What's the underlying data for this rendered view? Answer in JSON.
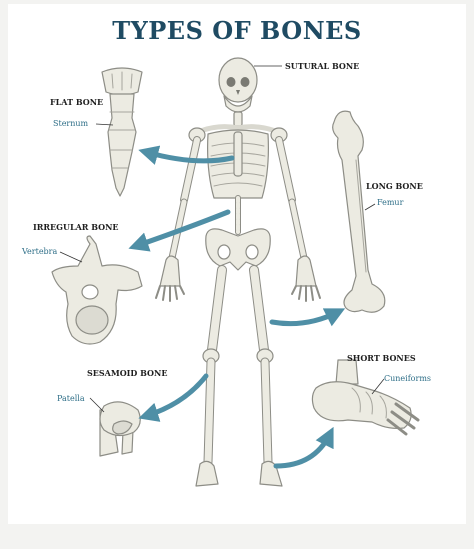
{
  "title": "TYPES OF BONES",
  "labels": {
    "sutural": "SUTURAL BONE",
    "flat": "FLAT BONE",
    "sternum": "Sternum",
    "irregular": "IRREGULAR BONE",
    "vertebra": "Vertebra",
    "long": "LONG BONE",
    "femur": "Femur",
    "sesamoid": "SESAMOID BONE",
    "patella": "Patella",
    "short": "SHORT BONES",
    "cuneiforms": "Cuneiforms"
  },
  "colors": {
    "title": "#1f4b63",
    "sub_label": "#2f6f88",
    "arrow": "#4f8fa6",
    "bone_fill": "#ecebe2",
    "bone_stroke": "#8d8d86"
  }
}
